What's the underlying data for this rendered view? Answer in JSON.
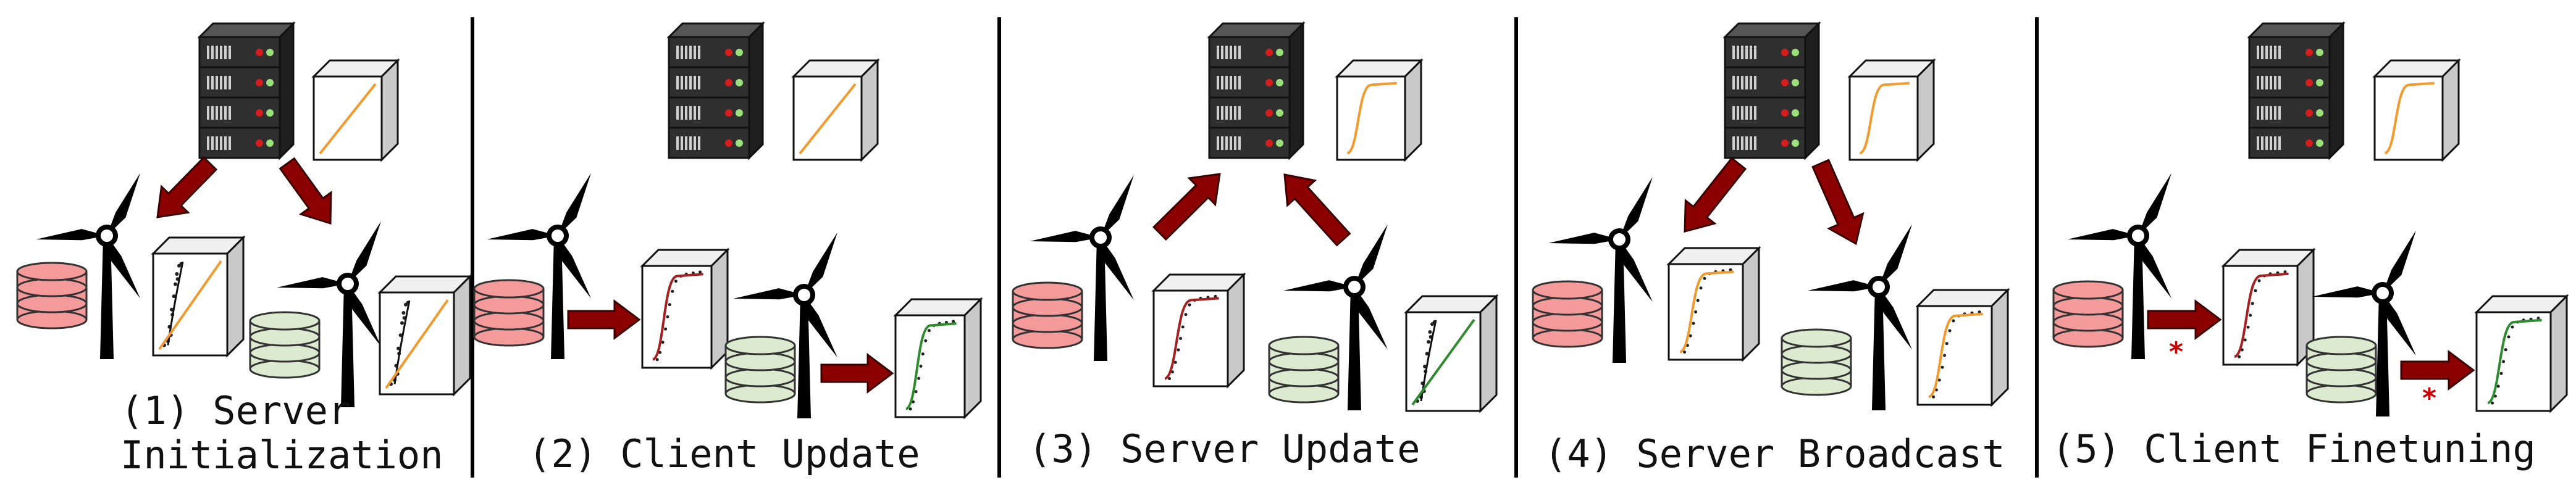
{
  "panels": [
    {
      "caption_line1": "(1) Server",
      "caption_line2": "Initialization"
    },
    {
      "caption_line1": "(2) Client Update"
    },
    {
      "caption_line1": "(3) Server Update"
    },
    {
      "caption_line1": "(4) Server Broadcast"
    },
    {
      "caption_line1": "(5) Client Finetuning"
    }
  ],
  "finetune_marker": "*",
  "colors": {
    "arrow": "#8b0000",
    "client_a_db": "#f59a9a",
    "client_b_db": "#dcebd0",
    "server_rack": "#2f2f2f",
    "led_red": "#d61d1d",
    "led_green": "#9be07a",
    "cdf_server": "#f29a2e",
    "cdf_client_a": "#a52020",
    "cdf_client_b": "#2e8b2e",
    "cdf_scatter": "#222222"
  }
}
